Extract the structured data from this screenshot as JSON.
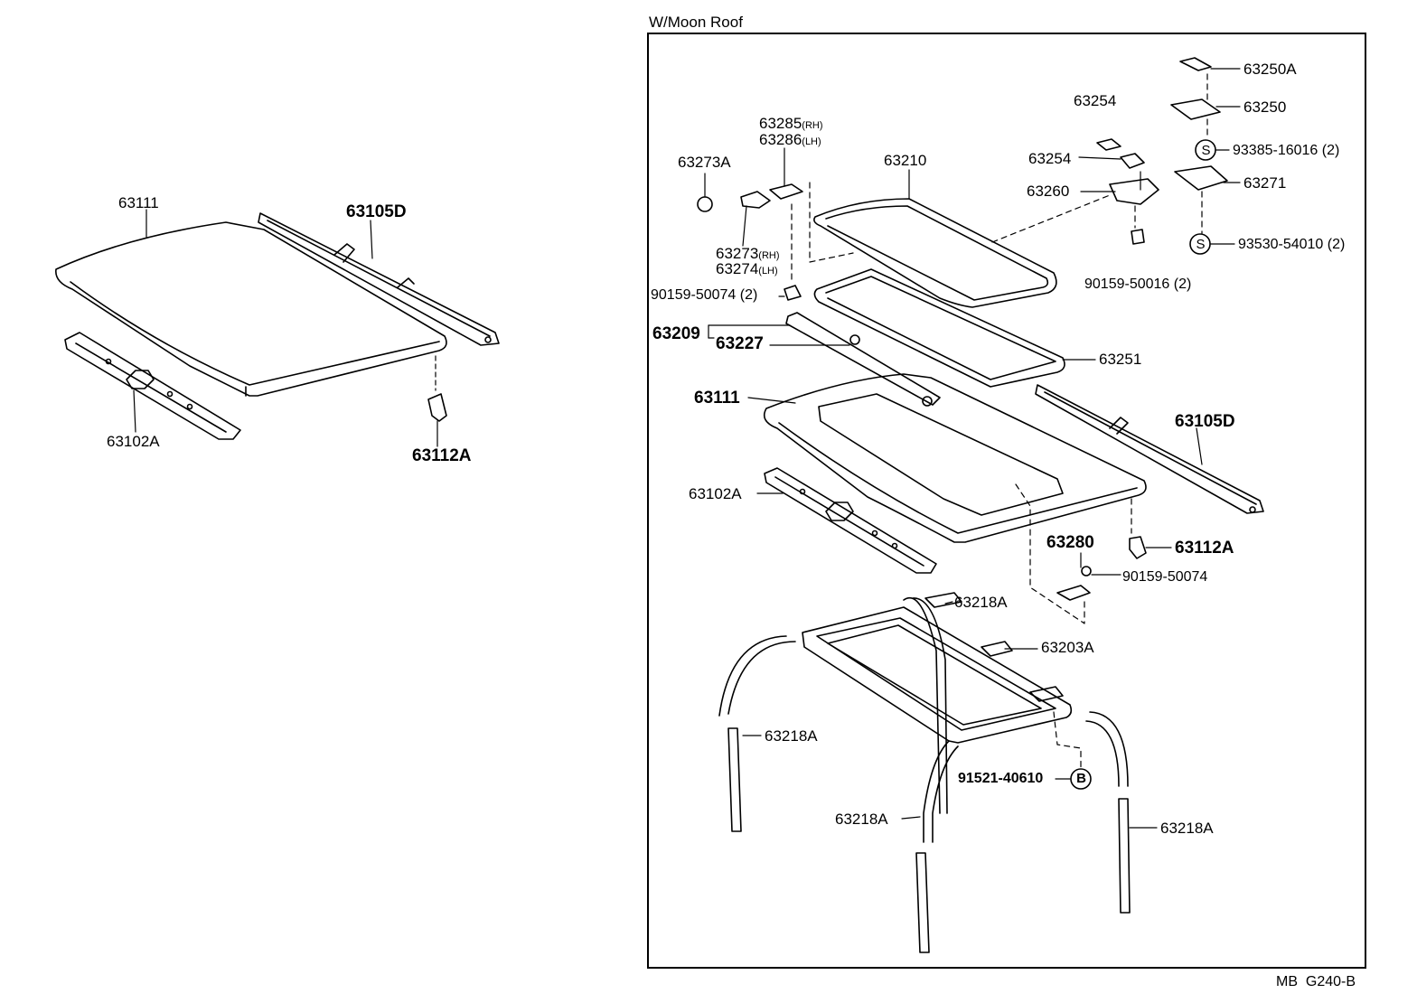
{
  "title": "W/Moon Roof",
  "reference": "MB  G240-B",
  "parts_left": {
    "p63111": "63111",
    "p63105D": "63105D",
    "p63102A": "63102A",
    "p63112A": "63112A"
  },
  "parts_right": {
    "p63250A": "63250A",
    "p63250": "63250",
    "p93385": "93385-16016 (2)",
    "p63271": "63271",
    "p93530": "93530-54010 (2)",
    "p63254a": "63254",
    "p63254b": "63254",
    "p63260": "63260",
    "p90159_50016": "90159-50016 (2)",
    "p63285": "63285",
    "p63285_side": "(RH)",
    "p63286": "63286",
    "p63286_side": "(LH)",
    "p63273A": "63273A",
    "p63210": "63210",
    "p63273": "63273",
    "p63273_side": "(RH)",
    "p63274": "63274",
    "p63274_side": "(LH)",
    "p90159_50074_2": "90159-50074 (2)",
    "p63209": "63209",
    "p63227": "63227",
    "p63251": "63251",
    "p63111": "63111",
    "p63105D": "63105D",
    "p63102A": "63102A",
    "p63280": "63280",
    "p63112A": "63112A",
    "p90159_50074": "90159-50074",
    "p63218A_1": "63218A",
    "p63203A": "63203A",
    "p63218A_2": "63218A",
    "p91521": "91521-40610",
    "p63218A_3": "63218A",
    "p63218A_4": "63218A"
  },
  "symbols": {
    "s1": "S",
    "s2": "S",
    "b": "B"
  }
}
